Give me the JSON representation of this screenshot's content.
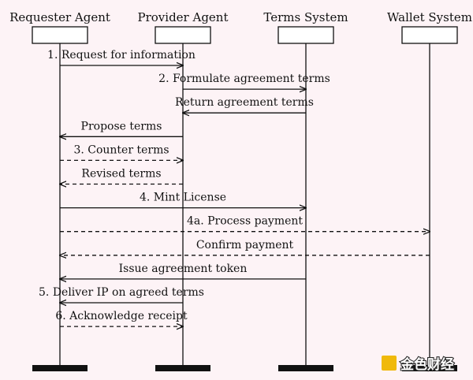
{
  "participants": [
    {
      "id": "requester",
      "label": "Requester Agent"
    },
    {
      "id": "provider",
      "label": "Provider Agent"
    },
    {
      "id": "terms",
      "label": "Terms System"
    },
    {
      "id": "wallet",
      "label": "Wallet System"
    }
  ],
  "messages": [
    {
      "from": "requester",
      "to": "provider",
      "label": "1.  Request for information",
      "style": "solid"
    },
    {
      "from": "provider",
      "to": "terms",
      "label": "2.  Formulate agreement terms",
      "style": "solid"
    },
    {
      "from": "terms",
      "to": "provider",
      "label": "Return agreement terms",
      "style": "solid"
    },
    {
      "from": "provider",
      "to": "requester",
      "label": "Propose terms",
      "style": "solid"
    },
    {
      "from": "requester",
      "to": "provider",
      "label": "3.  Counter terms",
      "style": "dashed"
    },
    {
      "from": "provider",
      "to": "requester",
      "label": "Revised terms",
      "style": "dashed"
    },
    {
      "from": "requester",
      "to": "terms",
      "label": "4.  Mint License",
      "style": "solid"
    },
    {
      "from": "requester",
      "to": "wallet",
      "label": "4a.  Process payment",
      "style": "dashed"
    },
    {
      "from": "wallet",
      "to": "requester",
      "label": "Confirm payment",
      "style": "dashed"
    },
    {
      "from": "terms",
      "to": "requester",
      "label": "Issue agreement token",
      "style": "solid"
    },
    {
      "from": "provider",
      "to": "requester",
      "label": "5.  Deliver IP on agreed terms",
      "style": "solid"
    },
    {
      "from": "requester",
      "to": "provider",
      "label": "6.  Acknowledge receipt",
      "style": "dashed"
    }
  ],
  "watermark": {
    "text": "金色财经",
    "logo_color": "#f0b90b"
  }
}
